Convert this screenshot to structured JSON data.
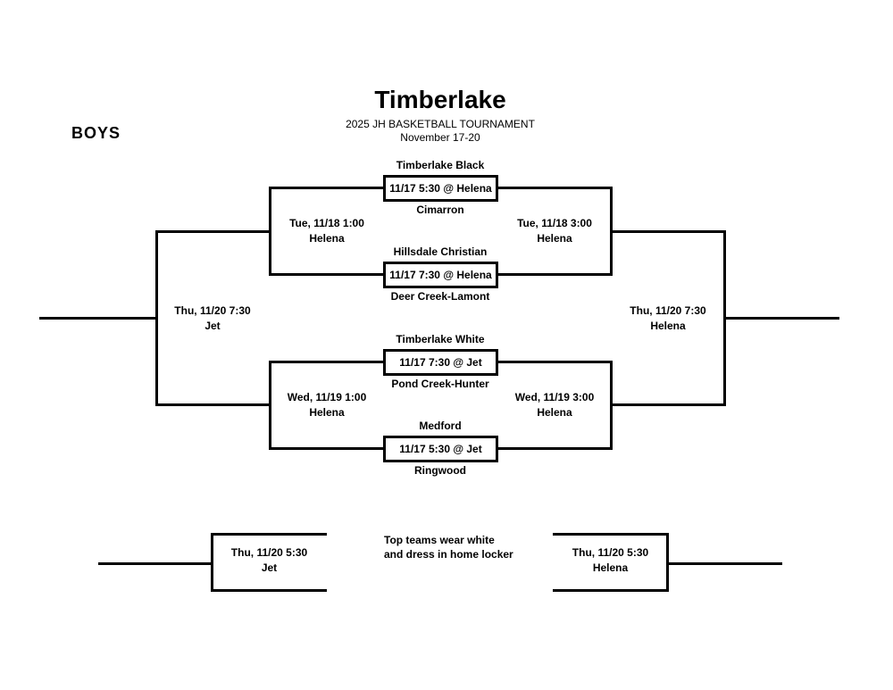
{
  "header": {
    "title": "Timberlake",
    "subtitle": "2025 JH BASKETBALL TOURNAMENT",
    "dates": "November 17-20",
    "division": "BOYS"
  },
  "games": [
    {
      "top_team": "Timberlake Black",
      "schedule": "11/17 5:30 @ Helena",
      "bottom_team": "Cimarron"
    },
    {
      "top_team": "Hillsdale Christian",
      "schedule": "11/17 7:30 @ Helena",
      "bottom_team": "Deer Creek-Lamont"
    },
    {
      "top_team": "Timberlake White",
      "schedule": "11/17 7:30 @ Jet",
      "bottom_team": "Pond Creek-Hunter"
    },
    {
      "top_team": "Medford",
      "schedule": "11/17 5:30 @ Jet",
      "bottom_team": "Ringwood"
    }
  ],
  "round_labels": {
    "tue_left": {
      "datetime": "Tue, 11/18 1:00",
      "location": "Helena"
    },
    "tue_right": {
      "datetime": "Tue, 11/18 3:00",
      "location": "Helena"
    },
    "wed_left": {
      "datetime": "Wed, 11/19 1:00",
      "location": "Helena"
    },
    "wed_right": {
      "datetime": "Wed, 11/19 3:00",
      "location": "Helena"
    },
    "thu_left": {
      "datetime": "Thu, 11/20 7:30",
      "location": "Jet"
    },
    "thu_right": {
      "datetime": "Thu, 11/20 7:30",
      "location": "Helena"
    },
    "thu_bottom_left": {
      "datetime": "Thu, 11/20 5:30",
      "location": "Jet"
    },
    "thu_bottom_right": {
      "datetime": "Thu, 11/20 5:30",
      "location": "Helena"
    }
  },
  "note": {
    "line1": "Top teams wear white",
    "line2": "and dress in home locker"
  },
  "colors": {
    "line": "#000000",
    "background": "#ffffff",
    "text": "#000000"
  }
}
